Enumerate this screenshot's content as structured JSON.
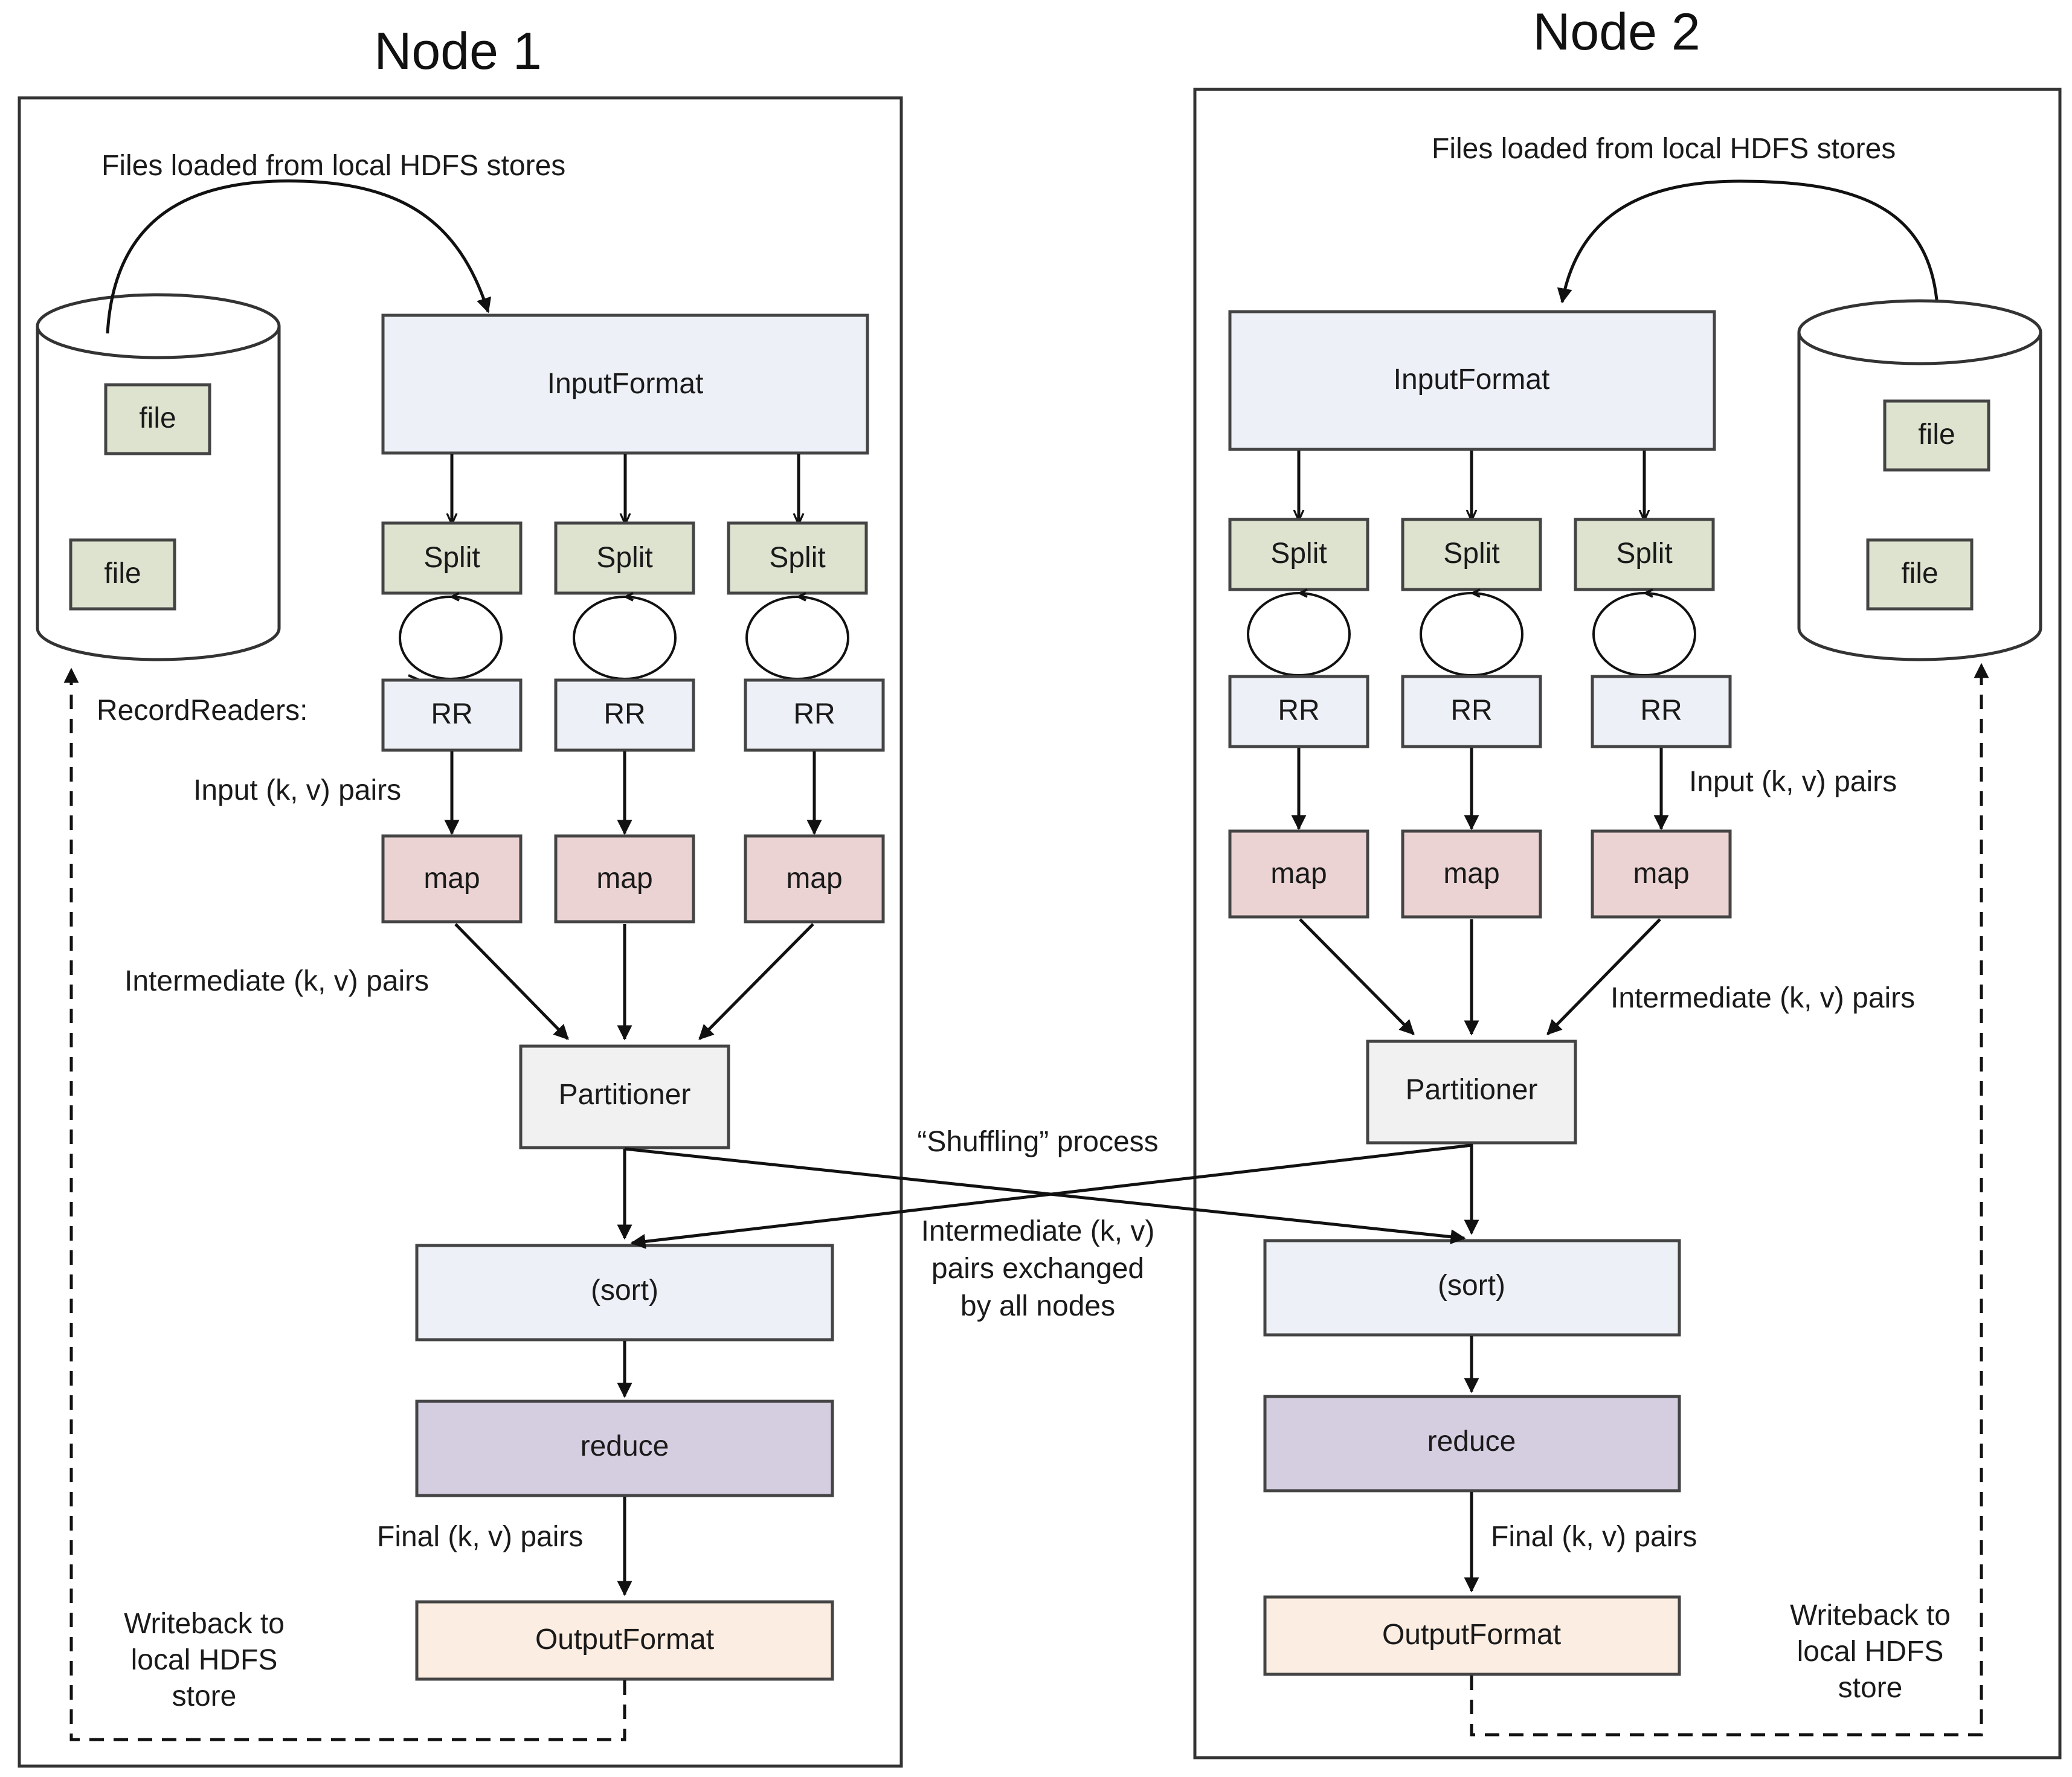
{
  "node1": {
    "title": "Node 1",
    "files_caption": "Files loaded from local HDFS stores",
    "file_labels": [
      "file",
      "file"
    ],
    "input_format": "InputFormat",
    "split_labels": [
      "Split",
      "Split",
      "Split"
    ],
    "record_readers_label": "RecordReaders:",
    "rr_labels": [
      "RR",
      "RR",
      "RR"
    ],
    "input_pairs_label": "Input (k, v) pairs",
    "map_labels": [
      "map",
      "map",
      "map"
    ],
    "intermediate_label": "Intermediate (k, v) pairs",
    "partitioner": "Partitioner",
    "sort": "(sort)",
    "reduce": "reduce",
    "final_label": "Final (k, v) pairs",
    "output_format": "OutputFormat",
    "writeback_lines": [
      "Writeback to",
      "local HDFS",
      "store"
    ]
  },
  "node2": {
    "title": "Node 2",
    "files_caption": "Files loaded from local HDFS stores",
    "file_labels": [
      "file",
      "file"
    ],
    "input_format": "InputFormat",
    "split_labels": [
      "Split",
      "Split",
      "Split"
    ],
    "rr_labels": [
      "RR",
      "RR",
      "RR"
    ],
    "input_pairs_label": "Input (k, v) pairs",
    "map_labels": [
      "map",
      "map",
      "map"
    ],
    "intermediate_label": "Intermediate (k, v) pairs",
    "partitioner": "Partitioner",
    "sort": "(sort)",
    "reduce": "reduce",
    "final_label": "Final (k, v) pairs",
    "output_format": "OutputFormat",
    "writeback_lines": [
      "Writeback to",
      "local HDFS",
      "store"
    ]
  },
  "shuffle": {
    "title": "“Shuffling” process",
    "description_lines": [
      "Intermediate (k, v)",
      "pairs exchanged",
      "by all nodes"
    ]
  },
  "colors": {
    "light_blue_box": "#edf0f6",
    "green_box": "#dde3cf",
    "map_box": "#ecd3d3",
    "reduce_box": "#d5cde0",
    "partitioner_box": "#f1f1f1",
    "output_box": "#fbede1"
  }
}
